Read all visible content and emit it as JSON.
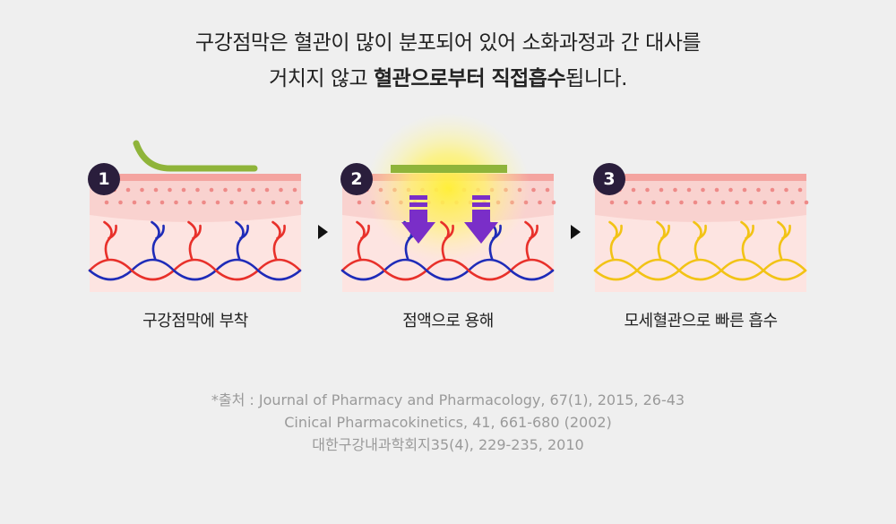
{
  "headline": {
    "line1": "구강점막은 혈관이 많이 분포되어 있어 소화과정과 간 대사를",
    "line2_pre": "거치지 않고 ",
    "line2_bold": "혈관으로부터 직접흡수",
    "line2_post": "됩니다."
  },
  "steps": [
    {
      "number": "1",
      "caption": "구강점막에 부착"
    },
    {
      "number": "2",
      "caption": "점액으로 용해"
    },
    {
      "number": "3",
      "caption": "모세혈관으로 빠른 흡수"
    }
  ],
  "sources": [
    "*출처 : Journal of Pharmacy and Pharmacology, 67(1), 2015, 26-43",
    "Cinical Pharmacokinetics, 41, 661-680 (2002)",
    "대한구강내과학회지35(4), 229-235, 2010"
  ],
  "colors": {
    "skin_top": "#f4a4a0",
    "skin_layer": "#f9d2cf",
    "skin_base": "#fde4e1",
    "dots": "#ee8a88",
    "artery": "#e8302a",
    "vein": "#1e2bb8",
    "absorbed_vessel": "#f2c315",
    "patch": "#8fb43a",
    "glow": "#ffe94a",
    "arrow": "#7a2ec8",
    "badge": "#2a1e3c"
  }
}
